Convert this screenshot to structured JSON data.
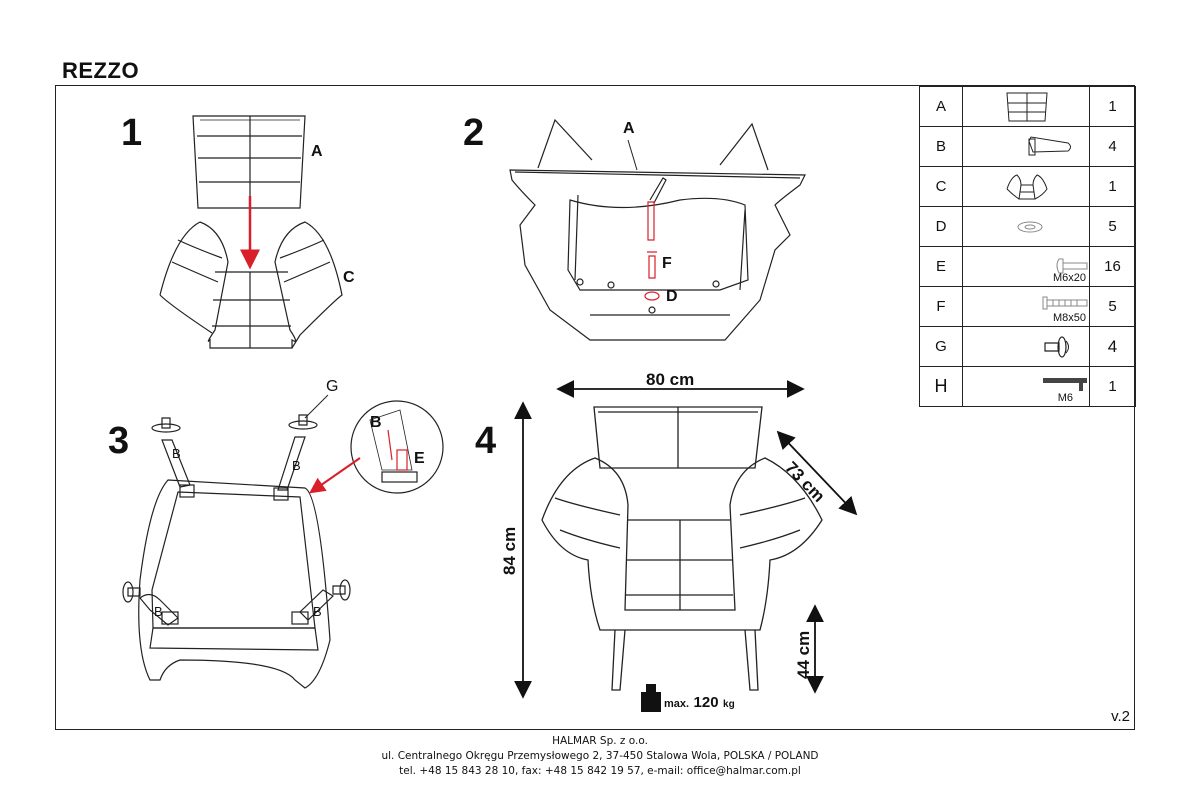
{
  "document": {
    "title": "REZZO",
    "version": "v.2"
  },
  "steps": [
    "1",
    "2",
    "3",
    "4"
  ],
  "callouts": {
    "step1_a": "A",
    "step1_c": "C",
    "step2_a": "A",
    "step2_f": "F",
    "step2_d": "D",
    "step3_g": "G",
    "step3_b_detail": "B",
    "step3_e_detail": "E",
    "step3_leg_b": "B"
  },
  "dimensions": {
    "width": "80 cm",
    "depth": "73 cm",
    "height": "84 cm",
    "seat_height": "44 cm",
    "max_load_prefix": "max.",
    "max_load_value": "120",
    "max_load_unit": "kg"
  },
  "parts": [
    {
      "letter": "A",
      "size": "",
      "qty": "1"
    },
    {
      "letter": "B",
      "size": "",
      "qty": "4"
    },
    {
      "letter": "C",
      "size": "",
      "qty": "1"
    },
    {
      "letter": "D",
      "size": "",
      "qty": "5"
    },
    {
      "letter": "E",
      "size": "M6x20",
      "qty": "16"
    },
    {
      "letter": "F",
      "size": "M8x50",
      "qty": "5"
    },
    {
      "letter": "G",
      "size": "",
      "qty": "4"
    },
    {
      "letter": "H",
      "size": "M6",
      "qty": "1"
    }
  ],
  "footer": {
    "company": "HALMAR Sp. z o.o.",
    "address": "ul. Centralnego Okręgu Przemysłowego 2, 37-450 Stalowa Wola, POLSKA / POLAND",
    "contact": "tel. +48 15 843 28 10, fax: +48 15 842 19 57, e-mail: office@halmar.com.pl"
  },
  "colors": {
    "line": "#222222",
    "arrow": "#d9202a"
  }
}
